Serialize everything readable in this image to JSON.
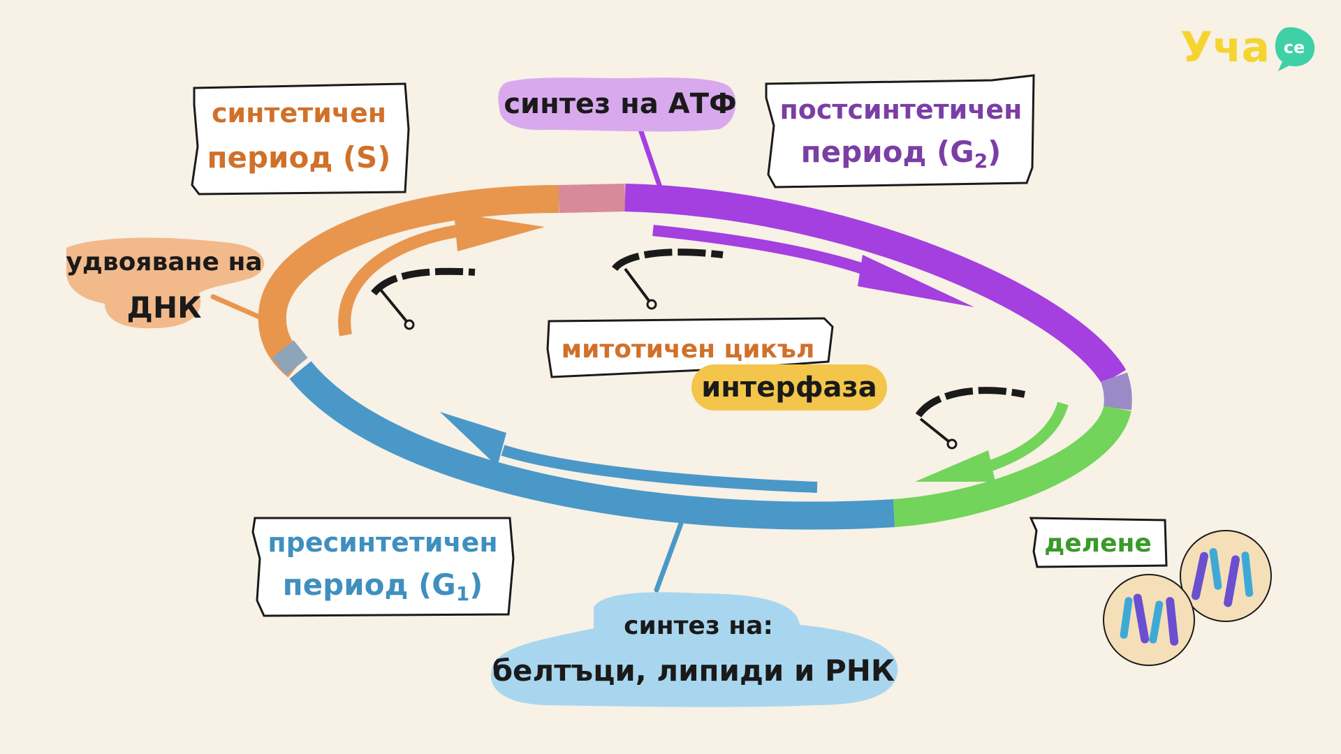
{
  "logo": {
    "text": "Уча",
    "suffix": "се",
    "color": "#f6d430",
    "accent": "#3fd0a8"
  },
  "center": {
    "title": "митотичен цикъл",
    "subtitle": "интерфаза"
  },
  "phases": {
    "s": {
      "line1": "синтетичен",
      "line2": "период (S)",
      "color": "#e08a3e"
    },
    "g2": {
      "line1": "постсинтетичен",
      "line2": "период (G",
      "sub": "2",
      "close": ")",
      "color": "#7a3ea5"
    },
    "g1": {
      "line1": "пресинтетичен",
      "line2": "период (G",
      "sub": "1",
      "close": ")",
      "color": "#3f8fbf"
    },
    "division": {
      "label": "делене",
      "color": "#4caf3a"
    }
  },
  "bubbles": {
    "atp": {
      "text": "синтез на АТФ",
      "bg": "#d9a9ee"
    },
    "dna": {
      "line1": "удвояване на",
      "line2": "ДНК",
      "bg": "#f2b98a"
    },
    "synthesis": {
      "line1": "синтез на:",
      "line2": "белтъци, липиди и РНК",
      "bg": "#a9d6ef"
    },
    "interphase_bg": "#f3c54a"
  },
  "colors": {
    "orange": "#e8964e",
    "purple": "#a43fe0",
    "blue": "#4a98c8",
    "green": "#72d45a",
    "ink": "#1a1a1a"
  }
}
